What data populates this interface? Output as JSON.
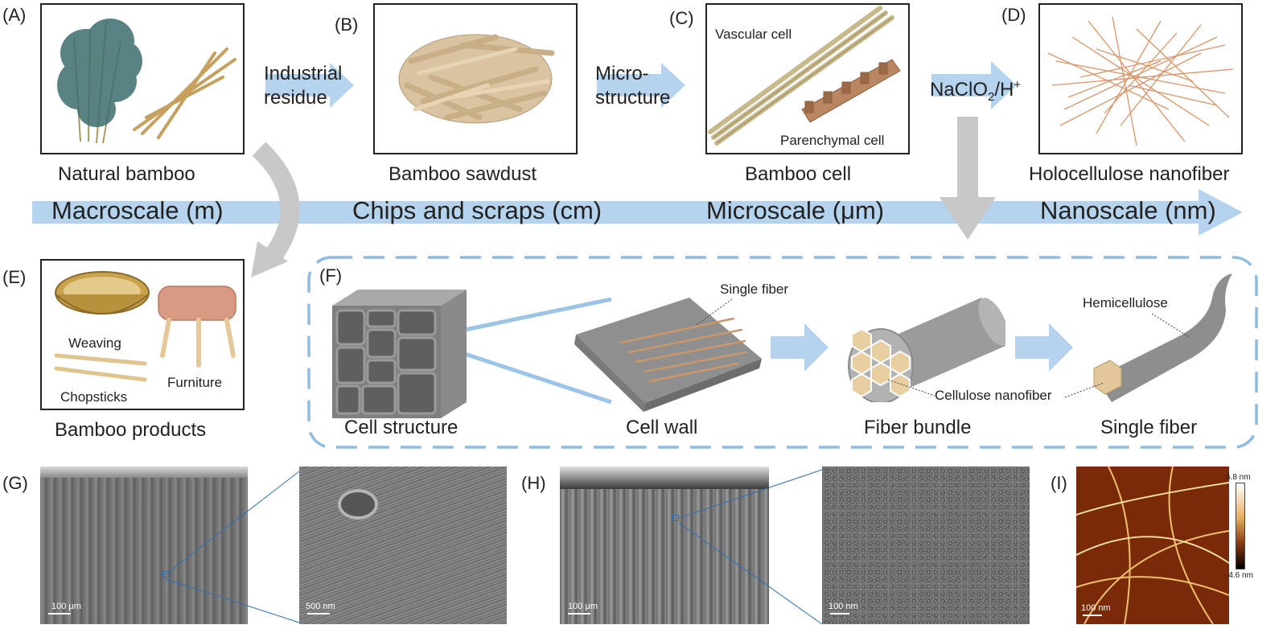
{
  "panels": {
    "A": {
      "label": "(A)",
      "caption": "Natural bamboo"
    },
    "B": {
      "label": "(B)",
      "caption": "Bamboo sawdust"
    },
    "C": {
      "label": "(C)",
      "caption": "Bamboo cell",
      "vascular": "Vascular cell",
      "parenchymal": "Parenchymal cell"
    },
    "D": {
      "label": "(D)",
      "caption": "Holocellulose nanofiber"
    },
    "E": {
      "label": "(E)",
      "caption": "Bamboo products",
      "weaving": "Weaving",
      "chopsticks": "Chopsticks",
      "furniture": "Furniture"
    },
    "F": {
      "label": "(F)",
      "cell_structure": "Cell structure",
      "cell_wall": "Cell wall",
      "fiber_bundle": "Fiber bundle",
      "single_fiber_caption": "Single fiber",
      "single_fiber_callout": "Single fiber",
      "hemicellulose": "Hemicellulose",
      "cellulose_nanofiber": "Cellulose  nanofiber"
    },
    "G": {
      "label": "(G)",
      "scale1": "100 μm",
      "scale2": "500 nm"
    },
    "H": {
      "label": "(H)",
      "scale1": "100 μm",
      "scale2": "100 nm"
    },
    "I": {
      "label": "(I)",
      "scale": "100 nm",
      "cbar_max": "6.8 nm",
      "cbar_min": "-4.6 nm"
    }
  },
  "arrows": {
    "industrial_l1": "Industrial",
    "industrial_l2": "residue",
    "micro_l1": "Micro-",
    "micro_l2": "structure",
    "naclo2": "NaClO",
    "naclo2_sub": "2",
    "naclo2_tail": "/H",
    "naclo2_sup": "+"
  },
  "scale_axis": {
    "macro": "Macroscale (m)",
    "chips": "Chips and scraps (cm)",
    "micro": "Microscale (μm)",
    "nano": "Nanoscale (nm)"
  },
  "colors": {
    "arrow_blue": "#b5d3ec",
    "grey_arrow": "#c8c8c8",
    "bamboo_tan": "#d9c3a0",
    "fiber_orange": "#d9956a",
    "sem_grey": "#7d7d7d"
  }
}
